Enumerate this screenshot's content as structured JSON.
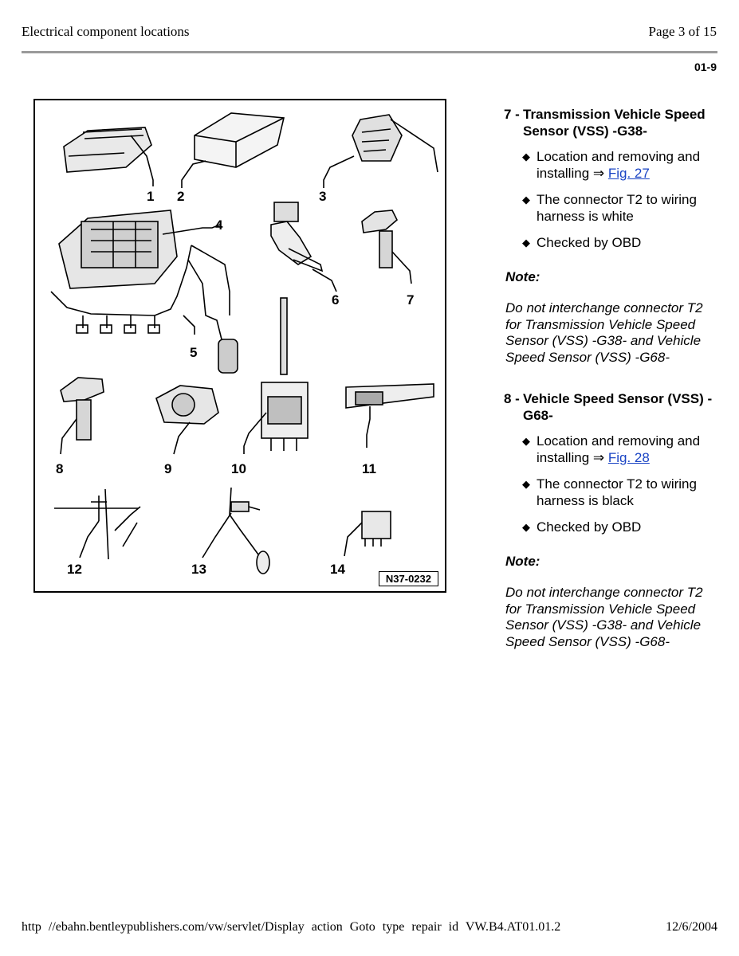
{
  "header": {
    "title": "Electrical component locations",
    "page": "Page 3 of 15",
    "code": "01-9"
  },
  "figure": {
    "label": "N37-0232",
    "callouts": [
      "1",
      "2",
      "3",
      "4",
      "5",
      "6",
      "7",
      "8",
      "9",
      "10",
      "11",
      "12",
      "13",
      "14"
    ]
  },
  "items": [
    {
      "number": "7 -",
      "title": "Transmission Vehicle Speed Sensor (VSS) -G38-",
      "bullets": [
        {
          "text": "Location and removing and installing ⇒ ",
          "link": "Fig. 27"
        },
        {
          "text": "The connector T2 to wiring harness is white"
        },
        {
          "text": "Checked by OBD"
        }
      ],
      "note_label": "Note:",
      "note_text": "Do not interchange connector T2 for Transmission Vehicle Speed Sensor (VSS) -G38- and Vehicle Speed Sensor (VSS) -G68-"
    },
    {
      "number": "8 -",
      "title": "Vehicle Speed Sensor (VSS) -G68-",
      "bullets": [
        {
          "text": "Location and removing and installing ⇒ ",
          "link": "Fig. 28"
        },
        {
          "text": "The connector T2 to wiring harness is black"
        },
        {
          "text": "Checked by OBD"
        }
      ],
      "note_label": "Note:",
      "note_text": "Do not interchange connector T2 for Transmission Vehicle Speed Sensor (VSS) -G38- and Vehicle Speed Sensor (VSS) -G68-"
    }
  ],
  "footer": {
    "url": "http //ebahn.bentleypublishers.com/vw/servlet/Display action Goto type repair id VW.B4.AT01.01.2",
    "date": "12/6/2004"
  },
  "icons": {
    "bullet": "diamond-bullet-icon"
  }
}
